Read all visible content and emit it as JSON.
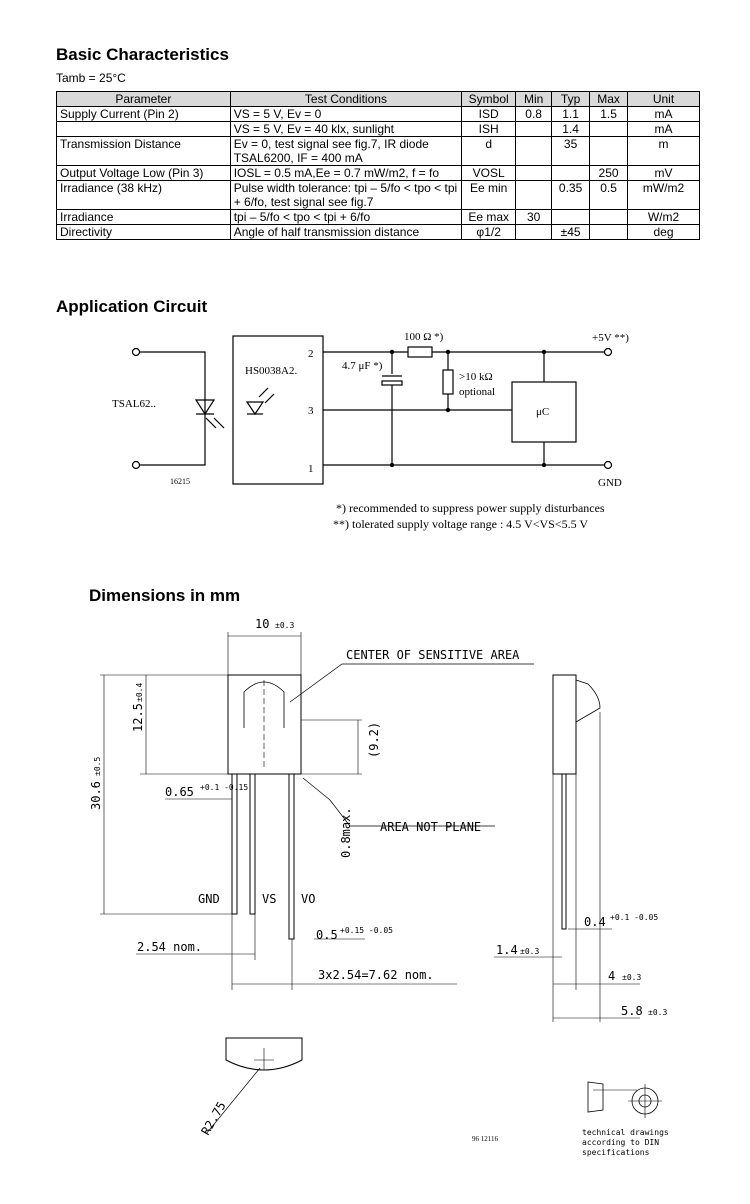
{
  "sections": {
    "basic": "Basic Characteristics",
    "app": "Application Circuit",
    "dims": "Dimensions in mm"
  },
  "tamb": "Tamb = 25°C",
  "table": {
    "headers": [
      "Parameter",
      "Test Conditions",
      "Symbol",
      "Min",
      "Typ",
      "Max",
      "Unit"
    ],
    "rows": [
      {
        "p": "Supply Current (Pin 2)",
        "t": "VS = 5 V, Ev = 0",
        "s": "ISD",
        "min": "0.8",
        "typ": "1.1",
        "max": "1.5",
        "u": "mA"
      },
      {
        "p": "",
        "t": "VS = 5 V, Ev = 40 klx, sunlight",
        "s": "ISH",
        "min": "",
        "typ": "1.4",
        "max": "",
        "u": "mA"
      },
      {
        "p": "Transmission Distance",
        "t": "Ev = 0, test signal see fig.7, IR diode TSAL6200, IF = 400 mA",
        "s": "d",
        "min": "",
        "typ": "35",
        "max": "",
        "u": "m"
      },
      {
        "p": "Output Voltage Low (Pin 3)",
        "t": "IOSL = 0.5 mA,Ee = 0.7 mW/m2, f = fo",
        "s": "VOSL",
        "min": "",
        "typ": "",
        "max": "250",
        "u": "mV"
      },
      {
        "p": "Irradiance (38 kHz)",
        "t": "Pulse width tolerance: tpi – 5/fo < tpo < tpi + 6/fo, test signal see fig.7",
        "s": "Ee min",
        "min": "",
        "typ": "0.35",
        "max": "0.5",
        "u": "mW/m2"
      },
      {
        "p": "Irradiance",
        "t": "tpi – 5/fo < tpo < tpi + 6/fo",
        "s": "Ee max",
        "min": "30",
        "typ": "",
        "max": "",
        "u": "W/m2"
      },
      {
        "p": "Directivity",
        "t": "Angle of half transmission distance",
        "s": "φ1/2",
        "min": "",
        "typ": "±45",
        "max": "",
        "u": "deg"
      }
    ]
  },
  "circuit": {
    "tsal": "TSAL62..",
    "ic": "HS0038A2.",
    "pin2": "2",
    "pin3": "3",
    "pin1": "1",
    "cap": "4.7 μF *)",
    "res": "100 Ω *)",
    "pull": ">10 kΩ",
    "optional": "optional",
    "uc": "μC",
    "vplus": "+5V **)",
    "gnd": "GND",
    "fig": "16215",
    "note1": "*) recommended to suppress power supply disturbances",
    "note2": "**) tolerated supply voltage range : 4.5 V<VS<5.5 V"
  },
  "dims": {
    "w10": "10",
    "w10tol": "±0.3",
    "center": "CENTER OF SENSITIVE AREA",
    "h125": "12.5",
    "h125tol": "±0.4",
    "h92": "(9.2)",
    "h306": "30.6",
    "h306tol": "±0.5",
    "p065": "0.65",
    "p065tol": "+0.1 -0.15",
    "max08": "0.8max.",
    "notplane": "AREA NOT PLANE",
    "gnd": "GND",
    "vs": "VS",
    "vo": "VO",
    "d05": "0.5",
    "d05tol": "+0.15 -0.05",
    "p254": "2.54 nom.",
    "p762": "3x2.54=7.62 nom.",
    "d04": "0.4",
    "d04tol": "+0.1 -0.05",
    "d14": "1.4",
    "d14tol": "±0.3",
    "d4": "4",
    "d4tol": "±0.3",
    "d58": "5.8",
    "d58tol": "±0.3",
    "r275": "R2.75",
    "drawno": "96 12116",
    "tech1": "technical drawings",
    "tech2": "according to DIN",
    "tech3": "specifications"
  }
}
